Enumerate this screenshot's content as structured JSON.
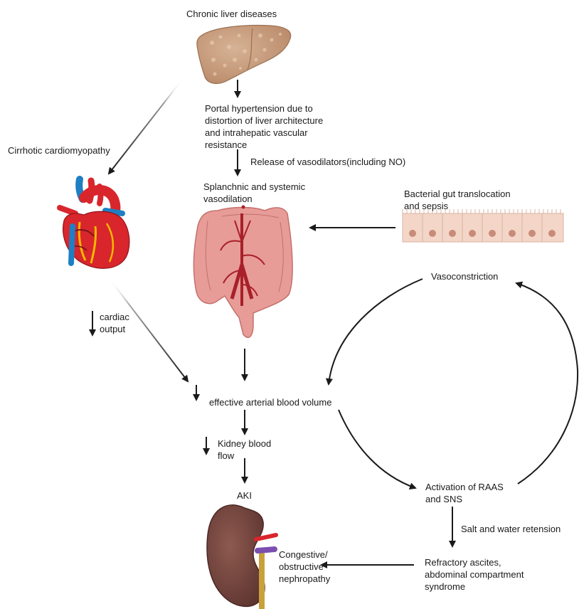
{
  "labels": {
    "chronic_liver": "Chronic liver diseases",
    "portal_hypertension": "Portal hypertension due to\ndistortion of liver architecture\nand intrahepatic vascular\nresistance",
    "vasodilators": "Release of vasodilators(including NO)",
    "cirrhotic_cardiomyopathy": "Cirrhotic cardiomyopathy",
    "splanchnic": "Splanchnic and systemic\nvasodilation",
    "bacterial": "Bacterial gut translocation\nand sepsis",
    "vasoconstriction": "Vasoconstriction",
    "cardiac_output": "cardiac\noutput",
    "effective_volume": "effective arterial blood volume",
    "kidney_flow": "Kidney blood\nflow",
    "aki": "AKI",
    "raas": "Activation of RAAS\nand SNS",
    "salt_water": "Salt and water retension",
    "refractory": "Refractory ascites,\nabdominal compartment\nsyndrome",
    "congestive": "Congestive/\nobstructive\nnephropathy"
  },
  "colors": {
    "arrow": "#1a1a1a",
    "liver": "#c9a07f",
    "heart_red": "#d8262c",
    "heart_blue": "#1e7fc4",
    "intestine": "#e79c98",
    "kidney": "#7a4a42",
    "epithelium": "#f3d6c8"
  },
  "icons": [
    "liver-icon",
    "heart-icon",
    "intestine-icon",
    "gut-epithelium-icon",
    "kidney-icon"
  ]
}
